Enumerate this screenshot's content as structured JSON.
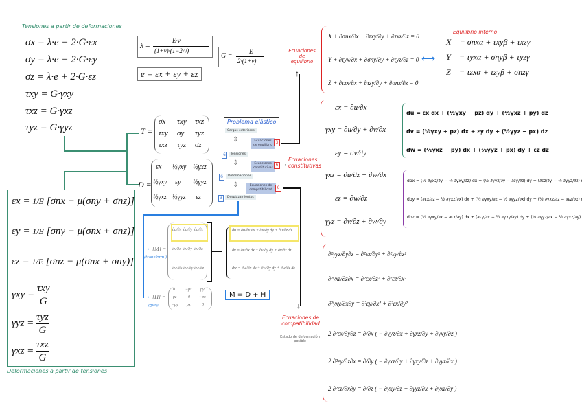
{
  "left_top": {
    "title": "Tensiones a partir de deformaciones",
    "equations": [
      "σx = λ·e + 2·G·εx",
      "σy = λ·e + 2·G·εy",
      "σz = λ·e + 2·G·εz",
      "τxy = G·γxy",
      "τxz = G·γxz",
      "τyz = G·γyz"
    ]
  },
  "constants": {
    "lambda": "λ = E·ν / ((1+ν)·(1−2·ν))",
    "lambda_lhs": "λ =",
    "lambda_num": "E·ν",
    "lambda_den": "(1+ν)·(1−2·ν)",
    "G_lhs": "G =",
    "G_num": "E",
    "G_den": "2·(1+ν)",
    "e_def": "e = εx + εy + εz"
  },
  "tensors": {
    "T_label": "T =",
    "T": [
      [
        "σx",
        "τxy",
        "τxz"
      ],
      [
        "τxy",
        "σy",
        "τyz"
      ],
      [
        "τxz",
        "τyz",
        "σz"
      ]
    ],
    "D_label": "D =",
    "D": [
      [
        "εx",
        "½γxy",
        "½γxz"
      ],
      [
        "½γxy",
        "εy",
        "½γyz"
      ],
      [
        "½γxz",
        "½γyz",
        "εz"
      ]
    ]
  },
  "left_bottom": {
    "title": "Deformaciones a partir de tensiones",
    "equations": [
      {
        "lhs": "εx =",
        "frac": "1/E",
        "rhs": "[σnx − μ(σny + σnz)]"
      },
      {
        "lhs": "εy =",
        "frac": "1/E",
        "rhs": "[σny − μ(σnx + σnz)]"
      },
      {
        "lhs": "εz =",
        "frac": "1/E",
        "rhs": "[σnz − μ(σnx + σny)]"
      },
      {
        "lhs": "γxy =",
        "num": "τxy",
        "den": "G"
      },
      {
        "lhs": "γyz =",
        "num": "τyz",
        "den": "G"
      },
      {
        "lhs": "γxz =",
        "num": "τxz",
        "den": "G"
      }
    ]
  },
  "flowchart": {
    "title": "Problema elástico",
    "nodes": [
      "Cargas exteriores",
      "Tensiones",
      "Deformaciones",
      "Desplazamientos"
    ],
    "node_counts": [
      "",
      "6",
      "6",
      "3"
    ],
    "eq_boxes": [
      {
        "label": "Ecuaciones de equilibrio",
        "count": "3"
      },
      {
        "label": "Ecuaciones constitutivas",
        "count": "6"
      },
      {
        "label": "Ecuaciones de compatibilidad",
        "count": "6"
      }
    ]
  },
  "annotations": {
    "equilibrio": "Ecuaciones de equilibrio",
    "constitutivas": "Ecuaciones constitutivas",
    "compatibilidad": "Ecuaciones de compatibilidad",
    "estado": "Estado de deformación posible",
    "equilibrio_interno": "Equilibrio interno"
  },
  "equilibrium": [
    "X + ∂σnx/∂x + ∂τxy/∂y + ∂τxz/∂z = 0",
    "Y + ∂τyx/∂x + ∂σny/∂y + ∂τyz/∂z = 0",
    "Z + ∂τzx/∂x + ∂τzy/∂y + ∂σnz/∂z = 0"
  ],
  "equilibrium_parts": [
    {
      "body": "X",
      "t1": "∂σnx",
      "t2": "∂τxy",
      "t3": "∂τxz"
    },
    {
      "body": "Y",
      "t1": "∂τyx",
      "t2": "∂σny",
      "t3": "∂τyz"
    },
    {
      "body": "Z",
      "t1": "∂τzx",
      "t2": "∂τzy",
      "t3": "∂σnz"
    }
  ],
  "internal_equilibrium": [
    "X⃗ = σnxα + τxyβ + τxzγ",
    "Y⃗ = τyxα + σnyβ + τyzγ",
    "Z⃗ = τzxα + τzyβ + σnzγ"
  ],
  "kinematic": [
    {
      "lhs": "εx =",
      "terms": [
        [
          "∂u",
          "∂x"
        ]
      ]
    },
    {
      "lhs": "γxy =",
      "terms": [
        [
          "∂u",
          "∂y"
        ],
        [
          "∂v",
          "∂x"
        ]
      ]
    },
    {
      "lhs": "εy =",
      "terms": [
        [
          "∂v",
          "∂y"
        ]
      ]
    },
    {
      "lhs": "γxz =",
      "terms": [
        [
          "∂u",
          "∂z"
        ],
        [
          "∂w",
          "∂x"
        ]
      ]
    },
    {
      "lhs": "εz =",
      "terms": [
        [
          "∂w",
          "∂z"
        ]
      ]
    },
    {
      "lhs": "γyz =",
      "terms": [
        [
          "∂v",
          "∂z"
        ],
        [
          "∂w",
          "∂y"
        ]
      ]
    }
  ],
  "displacements": [
    "du = εx dx + (½γxy − pz) dy + (½γxz + py) dz",
    "dv = (½γxy + pz) dx + εy dy + (½γyz − px) dz",
    "dw = (½γxz − py) dx + (½γyz + px) dy + εz dz"
  ],
  "rotations": [
    "dpx = (½ ∂γxz/∂y − ½ ∂γxy/∂z) dx + (½ ∂γyz/∂y − ∂εy/∂z) dy + (∂εz/∂y − ½ ∂γyz/∂z) dz",
    "dpy = (∂εx/∂z − ½ ∂γxz/∂x) dx + (½ ∂γxy/∂z − ½ ∂γyz/∂x) dy + (½ ∂γxz/∂z − ∂εz/∂x) dz",
    "dpz = (½ ∂γxy/∂x − ∂εx/∂y) dx + (∂εy/∂x − ½ ∂γxy/∂y) dy + (½ ∂γyz/∂x − ½ ∂γxz/∂y) dz"
  ],
  "gradient": {
    "M_label": "[M] =",
    "M_note": "(transform.)",
    "M_rows": [
      [
        "∂u/∂x",
        "∂u/∂y",
        "∂u/∂z"
      ],
      [
        "∂v/∂x",
        "∂v/∂y",
        "∂v/∂z"
      ],
      [
        "∂w/∂x",
        "∂w/∂y",
        "∂w/∂z"
      ]
    ],
    "diffs": [
      "du = ∂u/∂x dx + ∂u/∂y dy + ∂u/∂z dz",
      "dv = ∂v/∂x dx + ∂v/∂y dy + ∂v/∂z dz",
      "dw = ∂w/∂x dx + ∂w/∂y dy + ∂w/∂z dz"
    ],
    "H_label": "[H] =",
    "H_note": "(giro)",
    "H_rows": [
      [
        "0",
        "−pz",
        "py"
      ],
      [
        "pz",
        "0",
        "−px"
      ],
      [
        "−py",
        "px",
        "0"
      ]
    ],
    "sum": "M = D + H"
  },
  "compatibility": [
    {
      "lhs": "∂²γyz/∂y∂z",
      "rhs": "= ∂²εz/∂y² + ∂²εy/∂z²"
    },
    {
      "lhs": "∂²γxz/∂z∂x",
      "rhs": "= ∂²εx/∂z² + ∂²εz/∂x²"
    },
    {
      "lhs": "∂²γxy/∂x∂y",
      "rhs": "= ∂²εy/∂x² + ∂²εx/∂y²"
    },
    {
      "lhs": "2 ∂²εx/∂y∂z",
      "rhs": "= ∂/∂x ( − ∂γyz/∂x + ∂γxz/∂y + ∂γxy/∂z )"
    },
    {
      "lhs": "2 ∂²εy/∂z∂x",
      "rhs": "= ∂/∂y ( − ∂γxz/∂y + ∂γxy/∂z + ∂γyz/∂x )"
    },
    {
      "lhs": "2 ∂²εz/∂x∂y",
      "rhs": "= ∂/∂z ( − ∂γxy/∂z + ∂γyz/∂x + ∂γxz/∂y )"
    }
  ],
  "colors": {
    "green": "#3b8f72",
    "red": "#dd2222",
    "blue": "#2a7fe0"
  }
}
